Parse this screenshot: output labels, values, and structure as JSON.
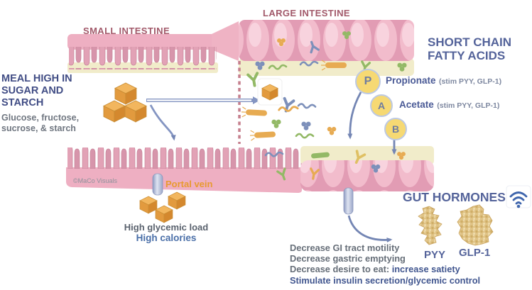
{
  "anatomy": {
    "small_intestine": "SMALL INTESTINE",
    "large_intestine": "LARGE INTESTINE",
    "portal_vein": "Portal vein"
  },
  "meal": {
    "title": "MEAL HIGH IN SUGAR AND STARCH",
    "subtitle": "Glucose, fructose, sucrose, & starch",
    "glycemic_line": "High glycemic load",
    "calories_line": "High calories"
  },
  "scfa": {
    "title": "SHORT CHAIN FATTY ACIDS",
    "items": [
      {
        "letter": "P",
        "name": "Propionate",
        "note": "(stim PYY, GLP-1)"
      },
      {
        "letter": "A",
        "name": "Acetate",
        "note": "(stim PYY, GLP-1)"
      },
      {
        "letter": "B",
        "name": "",
        "note": ""
      }
    ]
  },
  "hormones": {
    "title": "GUT HORMONES",
    "names": [
      "PYY",
      "GLP-1"
    ]
  },
  "effects": [
    {
      "plain": "Decrease GI tract motility",
      "highlight": ""
    },
    {
      "plain": "Decrease gastric emptying",
      "highlight": ""
    },
    {
      "plain": "Decrease desire to eat: ",
      "highlight": "increase satiety"
    },
    {
      "plain": "",
      "highlight": "Stimulate insulin secretion/glycemic control"
    }
  ],
  "watermark": "©MaCo Visuals",
  "icons": {
    "wifi": "wifi-signal-icon",
    "sugar_cube": "sugar-cube-icon",
    "portal_vein_tube": "portal-vein-tube-icon",
    "hormone_blobs": [
      "pyy-blob",
      "glp1-blob"
    ]
  },
  "colors": {
    "organ_label": "#a2596a",
    "heading_blue": "#414d85",
    "scfa_heading": "#54639a",
    "gray_text": "#6f7680",
    "portal_orange": "#e89a30",
    "calories_blue": "#4a6fa8",
    "effect_blue": "#41568f",
    "circle_fill": "#f6d973",
    "circle_border": "#bdc9e3",
    "arrow_blue": "#7e8fbe",
    "dashed_line": "#c57f8d"
  }
}
